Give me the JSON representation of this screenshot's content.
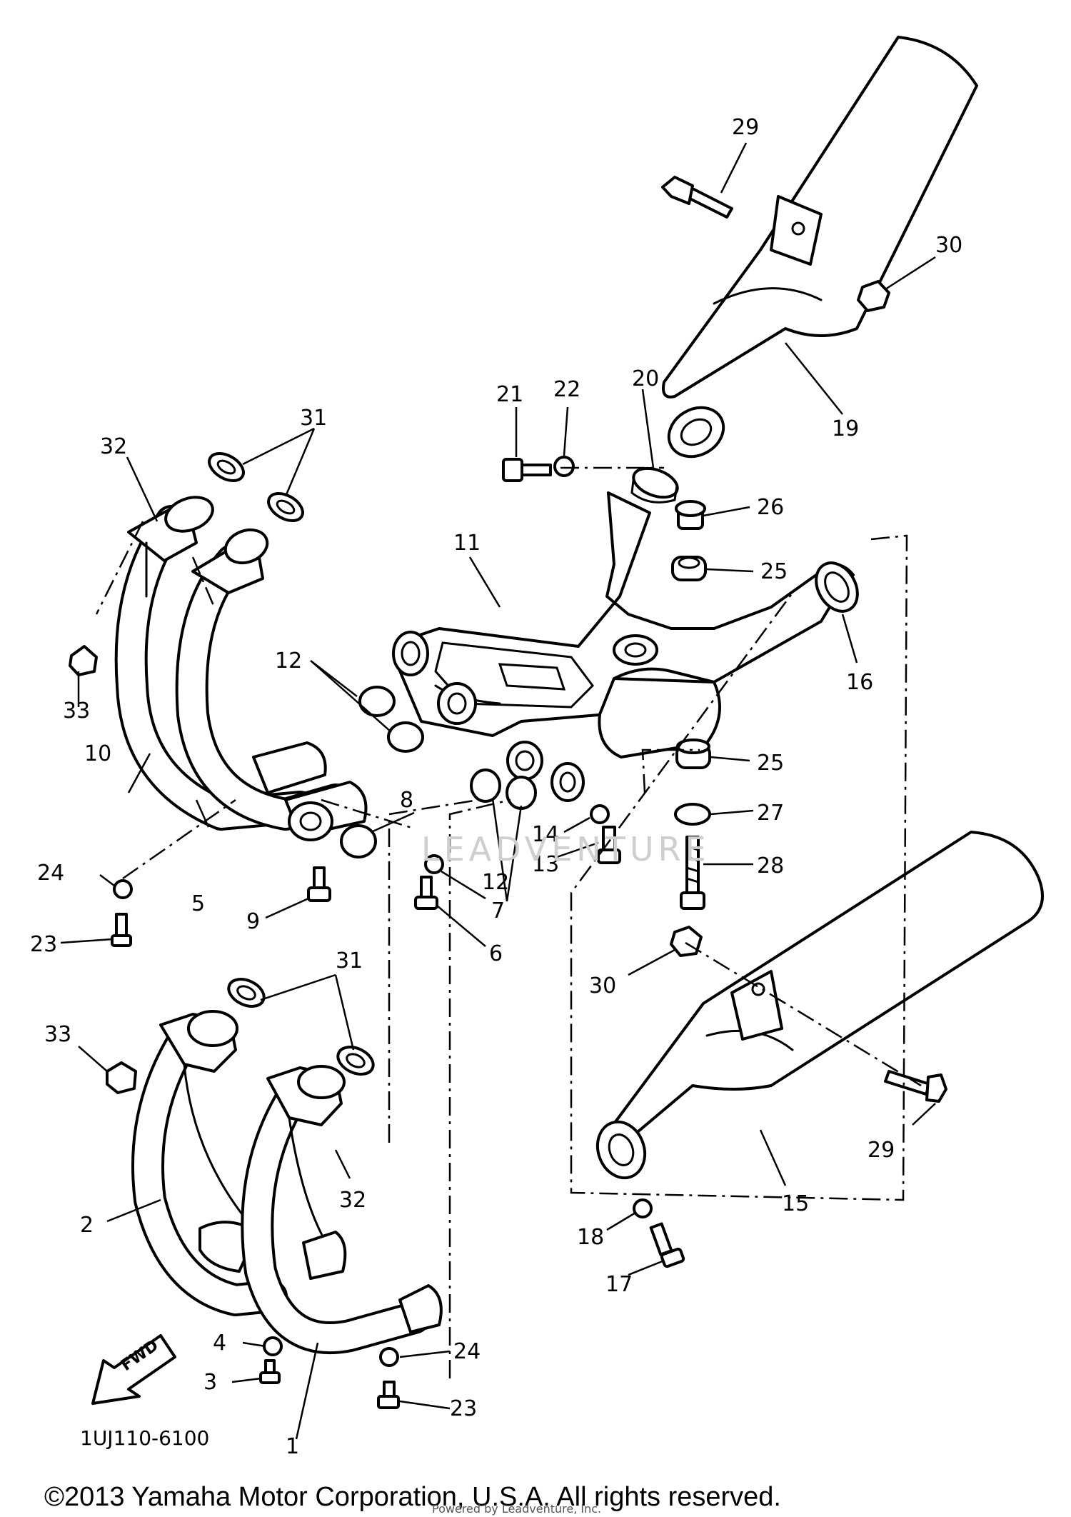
{
  "diagram": {
    "drawing_code": "1UJ110-6100",
    "copyright": "©2013 Yamaha Motor Corporation, U.S.A. All rights reserved.",
    "watermark": "LEADVENTURE",
    "watermark_small": "Powered by Leadventure, Inc.",
    "fwd_label": "FWD",
    "callouts": [
      "29",
      "30",
      "21",
      "22",
      "20",
      "19",
      "31",
      "32",
      "26",
      "11",
      "25",
      "33",
      "16",
      "12",
      "10",
      "8",
      "25",
      "27",
      "14",
      "24",
      "28",
      "13",
      "5",
      "12",
      "9",
      "7",
      "23",
      "6",
      "31",
      "30",
      "33",
      "29",
      "15",
      "32",
      "2",
      "18",
      "17",
      "24",
      "4",
      "3",
      "23",
      "1"
    ]
  }
}
